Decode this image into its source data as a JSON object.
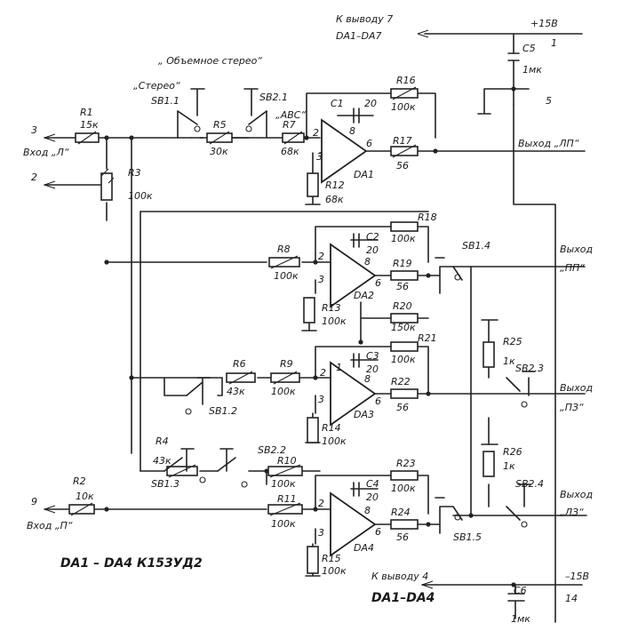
{
  "labels": {
    "k_vyvodu7": "К выводу 7",
    "da1_da4_top": "DA1–DA7",
    "plus15": "+15В",
    "pin1": "1",
    "c5": "C5",
    "c5v": "1мк",
    "pin5": "5",
    "obemnoe": "„ Объемное стерео“",
    "stereo": "„Стерео“",
    "sb11": "SB1.1",
    "sb21": "SB2.1",
    "abc": "„АВС“",
    "r16": "R16",
    "r16v": "100к",
    "c1": "C1",
    "c1n": "20",
    "r1": "R1",
    "r1v": "15к",
    "pin3": "3",
    "vhod_l": "Вход „Л“",
    "pin2t": "2",
    "r5t": "R5",
    "r5tv": "30к",
    "r7": "R7",
    "r7v": "68к",
    "n2a": "2",
    "n8a": "8",
    "n3a": "3",
    "n6a": "6",
    "da1": "DA1",
    "r17": "R17",
    "r17v": "56",
    "vyhod_lp": "Выход „ЛП“",
    "r3": "R3",
    "r3v": "100к",
    "r12": "R12",
    "r12v": "68к",
    "r18": "R18",
    "r18v": "100к",
    "sb14": "SB1.4",
    "vyhod": "Выход",
    "c2": "C2",
    "c2n": "20",
    "r8": "R8",
    "r8v": "100к",
    "n2b": "2",
    "n8b": "8",
    "n3b": "3",
    "n6b": "6",
    "r19": "R19",
    "r19v": "56",
    "vyhod_pp": "„ПП“",
    "da2": "DA2",
    "r13": "R13",
    "r13v": "100к",
    "r20": "R20",
    "r20v": "150к",
    "r21": "R21",
    "r21v": "100к",
    "r25": "R25",
    "r25v": "1к",
    "c3": "C3",
    "c3n": "20",
    "r6": "R6",
    "r6v": "43к",
    "r9": "R9",
    "r9v": "100к",
    "sb23": "SB2.3",
    "n2c": "2",
    "n1c": "1",
    "n8c": "8",
    "n3c": "3",
    "n6c": "6",
    "r22": "R22",
    "r22v": "56",
    "vyhod3": "Выход",
    "vyhod_pz": "„ПЗ“",
    "sb12": "SB1.2",
    "da3": "DA3",
    "r14": "R14",
    "r14v": "100к",
    "r4": "R4",
    "r4v": "43к",
    "sb22": "SB2.2",
    "r26": "R26",
    "r26v": "1к",
    "r10": "R10",
    "r10v": "100к",
    "r23": "R23",
    "r23v": "100к",
    "sb13": "SB1.3",
    "c4": "C4",
    "c4n": "20",
    "sb24": "SB2.4",
    "r2": "R2",
    "r2v": "10к",
    "pin9": "9",
    "vhod_p": "Вход „П“",
    "r11": "R11",
    "r11v": "100к",
    "n2d": "2",
    "n8d": "8",
    "n3d": "3",
    "n6d": "6",
    "r24": "R24",
    "r24v": "56",
    "vyhod4": "Выход",
    "vyhod_lz": "„ЛЗ“",
    "da4": "DA4",
    "sb15": "SB1.5",
    "r15": "R15",
    "r15v": "100к",
    "chip": "DA1 – DA4   К153УД2",
    "k_vyvodu4": "К выводу 4",
    "da_bottom": "DA1–DA4",
    "minus15": "–15В",
    "pin14": "14",
    "c6": "C6",
    "c6v": "1мк"
  }
}
